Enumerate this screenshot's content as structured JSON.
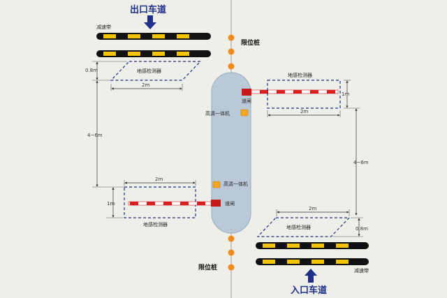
{
  "diagram": {
    "exit_lane_title": "出口车道",
    "entry_lane_title": "入口车道",
    "speed_bump_label_top": "减速带",
    "speed_bump_label_bottom": "减速带",
    "limit_post_label_top": "限位桩",
    "limit_post_label_bottom": "限位桩",
    "ground_sensor_label_1": "地感检测器",
    "ground_sensor_label_2": "地感检测器",
    "ground_sensor_label_3": "地感检测器",
    "ground_sensor_label_4": "地感检测器",
    "hd_camera_label_top": "高清一体机",
    "hd_camera_label_bottom": "高清一体机",
    "barrier_label_top": "道闸",
    "barrier_label_bottom": "道闸",
    "dim_0_8m_top": "0.8m",
    "dim_2m_top_left": "2m",
    "dim_4_6m_left": "4~6m",
    "dim_1m_right": "1m",
    "dim_2m_right_upper": "2m",
    "dim_4_6m_right": "4~6m",
    "dim_2m_left_lower": "2m",
    "dim_1m_left": "1m",
    "dim_2m_bottom_right": "2m",
    "dim_0_8m_bottom": "0.8m"
  },
  "colors": {
    "background": "#efefe9",
    "island_fill": "#b9c9d8",
    "dashed_box": "#1f2f8a",
    "speed_bump_yellow": "#f5c400",
    "speed_bump_black": "#111111",
    "barrier_red": "#d81e1e",
    "post_orange": "#f08a1c",
    "camera_orange": "#f5a623"
  }
}
